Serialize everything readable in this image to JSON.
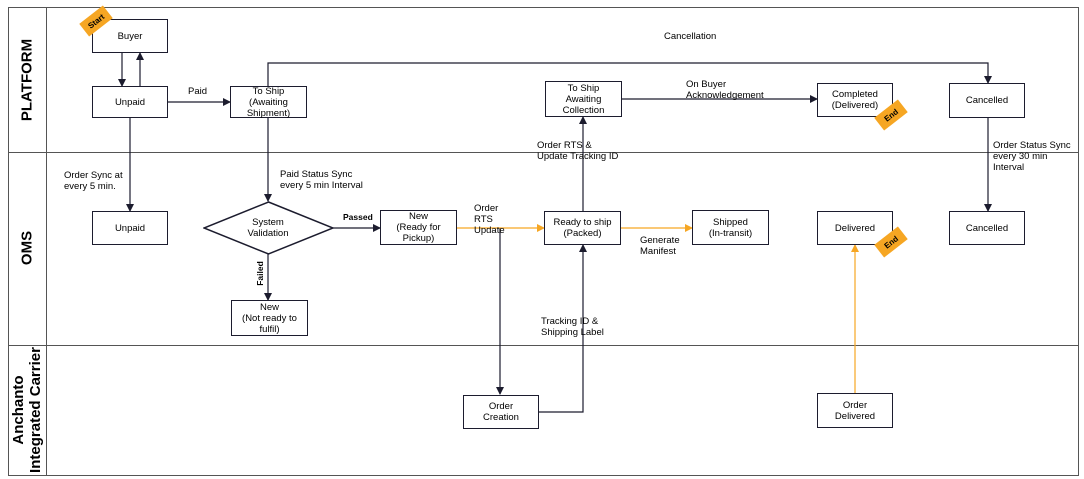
{
  "lanes": {
    "platform": "PLATFORM",
    "oms": "OMS",
    "carrier": "Anchanto\nIntegrated Carrier"
  },
  "nodes": {
    "buyer": "Buyer",
    "unpaid_platform": "Unpaid",
    "to_ship_awaiting_shipment": "To Ship\n(Awaiting\nShipment)",
    "to_ship_awaiting_collection": "To Ship\nAwaiting\nCollection",
    "completed_delivered": "Completed\n(Delivered)",
    "cancelled_platform": "Cancelled",
    "unpaid_oms": "Unpaid",
    "system_validation": "System\nValidation",
    "new_ready_for_pickup": "New\n(Ready for\nPickup)",
    "ready_to_ship_packed": "Ready to ship\n(Packed)",
    "shipped_in_transit": "Shipped\n(In-transit)",
    "delivered_oms": "Delivered",
    "cancelled_oms": "Cancelled",
    "new_not_ready": "New\n(Not ready to\nfulfil)",
    "order_creation": "Order\nCreation",
    "order_delivered": "Order\nDelivered"
  },
  "edge_labels": {
    "cancellation": "Cancellation",
    "paid": "Paid",
    "on_buyer_ack": "On Buyer\nAcknowledgement",
    "order_rts_update_tracking": "Order RTS &\nUpdate Tracking ID",
    "order_status_sync": "Order Status Sync\nevery 30 min\nInterval",
    "order_sync": "Order Sync at\nevery 5 min.",
    "paid_status_sync": "Paid Status Sync\nevery 5 min Interval",
    "passed": "Passed",
    "failed": "Failed",
    "order_rts_update": "Order\nRTS\nUpdate",
    "generate_manifest": "Generate\nManifest",
    "tracking_shipping_label": "Tracking ID &\nShipping Label"
  },
  "tags": {
    "start": "Start",
    "end_platform": "End",
    "end_oms": "End"
  },
  "colors": {
    "line": "#1c1c2e",
    "orange_line": "#f6a623",
    "tag": "#f6a623",
    "border": "#555555"
  }
}
